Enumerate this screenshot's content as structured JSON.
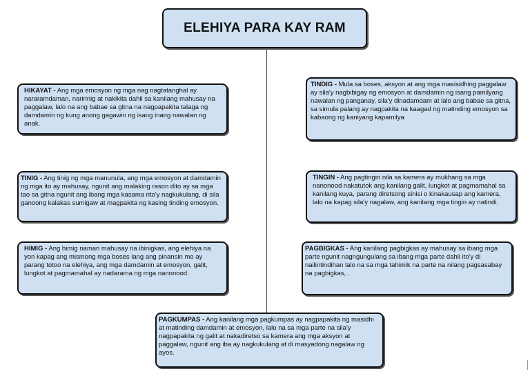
{
  "title": "ELEHIYA PARA KAY RAM",
  "boxes": {
    "hikayat": {
      "label": "HIKAYAT -",
      "text": " Ang mga emosyon ng mga nag nagtatanghal ay nararamdaman, naririnig at nakikita dahil sa kanilang mahusay na paggalaw, lalo na ang babae sa gitna na nagpapakita talaga ng damdamin ng kung anong gagawin ng isang inang nawalan ng anak."
    },
    "tindig": {
      "label": "TINDIG -",
      "text": "  Mula sa boses, aksyon at ang mga masisidhing paggalaw ay sila'y nagbibigay ng emosyon at damdamin ng isang pamilyang nawalan ng panganay, sila'y dinadamdam at lalo ang babae sa gitna, sa simula palang ay nagpakita na kaagad ng matinding emosyon sa kabaong ng kaniyang kapamilya"
    },
    "tinig": {
      "label": "TINIG -",
      "text": " Ang tinig ng mga manunula, ang mga emosyon at damdamin ng mga ito ay mahusay, ngunit ang malaking rason dito ay sa mga tao sa gitna ngunit ang ibang mga kasama rito'y nagkukulang, di sila ganoong kalakas sumigaw at magpakita ng kasing tinding emosyon."
    },
    "tingin": {
      "label": "TINGIN -",
      "text": " Ang pagtingin nila sa kamera ay mukhang sa mga nanonood nakatutok ang kanilang galit, lungkot at pagmamahal sa kanilang kuya, parang diretsong sinisi o kinakausap ang kamera, lalo na kapag sila'y nagalaw, ang kanilang mga tingin ay natindi."
    },
    "himig": {
      "label": "HIMIG -",
      "text": " Ang himig naman mahusay na ibinigkas, ang elehiya na yon kapag ang mismong mga boses lang ang pinansin mo ay parang totoo na elehiya, ang mga damdamin at emosyon, galit, lungkot at pagmamahal ay nadarama ng mga nanonood."
    },
    "pagbigkas": {
      "label": "PAGBIGKAS -",
      "text": " Ang kanilang pagbigkas ay mahusay sa ibang mga parte ngunit nagngungulang sa ibang mga parte dahil ito'y di nailintindihan lalo na sa mga tahimik na parte na nilang pagsasabay na pagbigkas, ."
    },
    "pagkumpas": {
      "label": "PAGKUMPAS -",
      "text": " Ang kanilang mga pagkumpas ay nagpapakita ng masidhi at matinding damdamin at emosyon, lalo na sa mga parte na sila'y nagpapakita ng galit at nakadiretso sa kamera ang mga aksyon at paggalaw, ngunit ang iba ay nagkukulang at di masyadong nagalaw ng ayos."
    }
  }
}
